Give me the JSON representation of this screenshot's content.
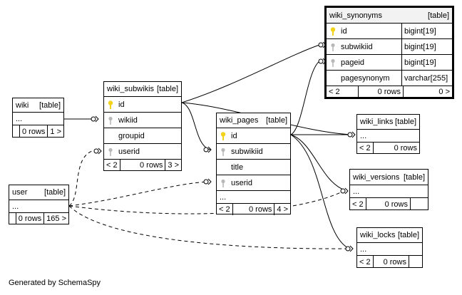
{
  "footer": {
    "credit": "Generated by SchemaSpy"
  },
  "tables": {
    "wiki": {
      "name": "wiki",
      "kind": "[table]",
      "ellipsis": "...",
      "parents": "",
      "rows": "0 rows",
      "children": "1 >"
    },
    "wiki_subwikis": {
      "name": "wiki_subwikis",
      "kind": "[table]",
      "columns": [
        {
          "name": "id",
          "key": "primary"
        },
        {
          "name": "wikiid",
          "key": "foreign"
        },
        {
          "name": "groupid",
          "key": "none"
        },
        {
          "name": "userid",
          "key": "foreign"
        }
      ],
      "parents": "< 2",
      "rows": "0 rows",
      "children": "3 >"
    },
    "wiki_pages": {
      "name": "wiki_pages",
      "kind": "[table]",
      "columns": [
        {
          "name": "id",
          "key": "primary"
        },
        {
          "name": "subwikiid",
          "key": "foreign"
        },
        {
          "name": "title",
          "key": "none"
        },
        {
          "name": "userid",
          "key": "foreign"
        }
      ],
      "ellipsis": "...",
      "parents": "< 2",
      "rows": "0 rows",
      "children": "4 >"
    },
    "wiki_synonyms": {
      "name": "wiki_synonyms",
      "kind": "[table]",
      "columns": [
        {
          "name": "id",
          "type": "bigint[19]",
          "key": "primary"
        },
        {
          "name": "subwikiid",
          "type": "bigint[19]",
          "key": "foreign"
        },
        {
          "name": "pageid",
          "type": "bigint[19]",
          "key": "foreign"
        },
        {
          "name": "pagesynonym",
          "type": "varchar[255]",
          "key": "none"
        }
      ],
      "parents": "< 2",
      "rows": "0 rows",
      "children": "0 >"
    },
    "wiki_links": {
      "name": "wiki_links",
      "kind": "[table]",
      "ellipsis": "...",
      "parents": "< 2",
      "rows": "0 rows"
    },
    "wiki_versions": {
      "name": "wiki_versions",
      "kind": "[table]",
      "ellipsis": "...",
      "parents": "< 2",
      "rows": "0 rows"
    },
    "wiki_locks": {
      "name": "wiki_locks",
      "kind": "[table]",
      "ellipsis": "...",
      "parents": "< 2",
      "rows": "0 rows"
    },
    "user": {
      "name": "user",
      "kind": "[table]",
      "ellipsis": "...",
      "parents": "",
      "rows": "0 rows",
      "children": "165 >"
    }
  },
  "colors": {
    "primary_key": "#f2d21b",
    "foreign_key": "#b8b8b8",
    "line": "#000000"
  }
}
